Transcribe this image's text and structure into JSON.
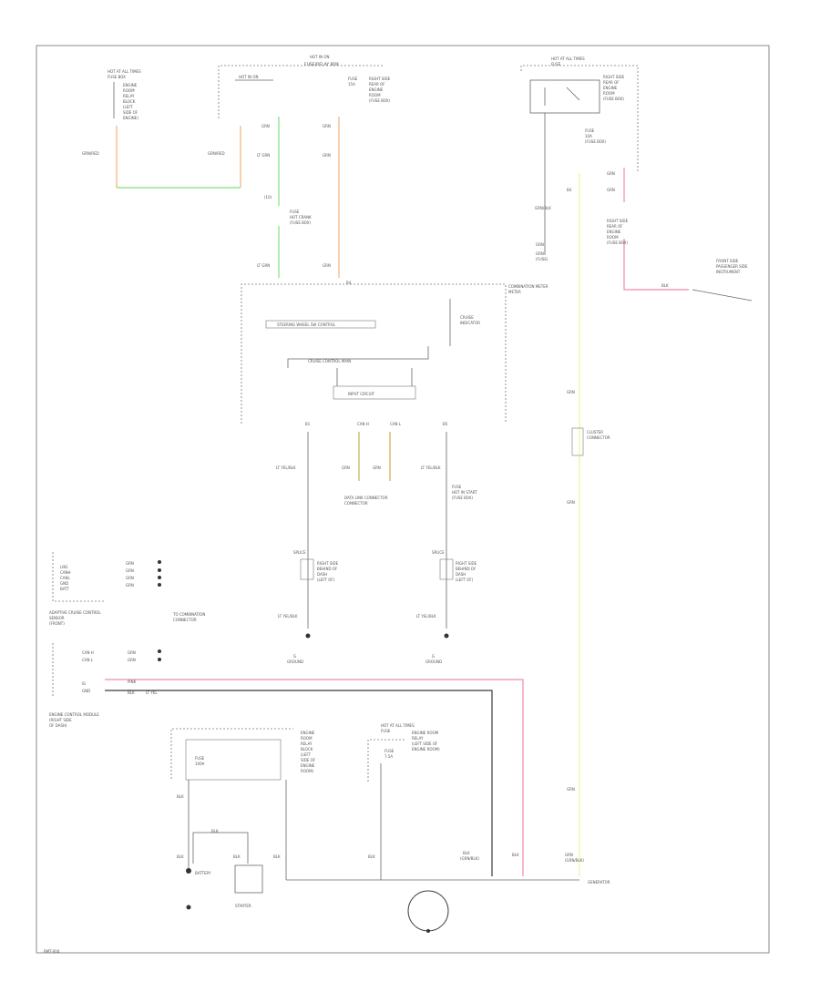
{
  "diagram": {
    "border_color": "#8a8a8a",
    "wire_colors": {
      "green": "#7ee07e",
      "orange": "#f3b27a",
      "pink": "#f08aa8",
      "yellow": "#f2f2a0",
      "olive": "#c8b24a",
      "black": "#3a3a3a"
    },
    "labels": {
      "fuse_box_left": "HOT AT ALL TIMES",
      "fuse_panel_top": "HOT IN ON",
      "fuse_panel_top2": "FUSE/RELAY BOX",
      "relay_top_right": "HOT AT ALL TIMES",
      "connector_block": "COMBINATION METER",
      "combo_text_1": "STEERING WHEEL SW CONTROL",
      "combo_text_2": "CRUISE CONTROL MAIN",
      "combo_text_3": "INPUT CIRCUIT",
      "data_link": "DATA LINK CONNECTOR",
      "ground_left": "GROUND",
      "ground_right": "GROUND",
      "fuse_right": "FUSE",
      "battery": "BATTERY",
      "starter": "STARTER",
      "generator": "GENERATOR",
      "hot_at_all_times_mid": "HOT AT ALL TIMES",
      "left_module": "ADAPTIVE CRUISE CONTROL",
      "left_module2": "ENGINE CONTROL MODULE",
      "footer_code": "BMT-004"
    }
  }
}
